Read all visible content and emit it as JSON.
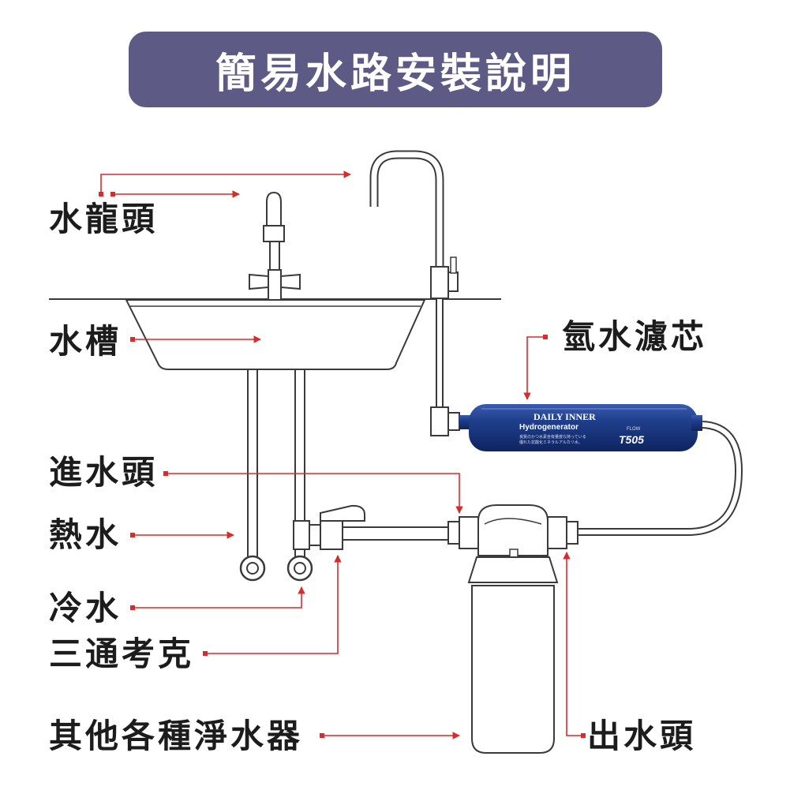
{
  "title": "簡易水路安裝說明",
  "labels": {
    "faucet": "水龍頭",
    "sink": "水槽",
    "filter": "氫水濾芯",
    "inlet": "進水頭",
    "hot_water": "熱水",
    "cold_water": "冷水",
    "tee_valve": "三通考克",
    "other_purifier": "其他各種淨水器",
    "outlet": "出水頭"
  },
  "cartridge": {
    "brand": "DAILY INNER",
    "product": "Hydrogenerator",
    "model": "T505",
    "flow": "FLOW",
    "fine_print_1": "良質のかつ水素含有量度な持っている",
    "fine_print_2": "優れた抗酸化ミネラルアルカリ水。"
  },
  "colors": {
    "title_bg": "#5e5a86",
    "leader": "#d62c2c",
    "line": "#3a3a3a",
    "cartridge": "#1f3f8c"
  }
}
